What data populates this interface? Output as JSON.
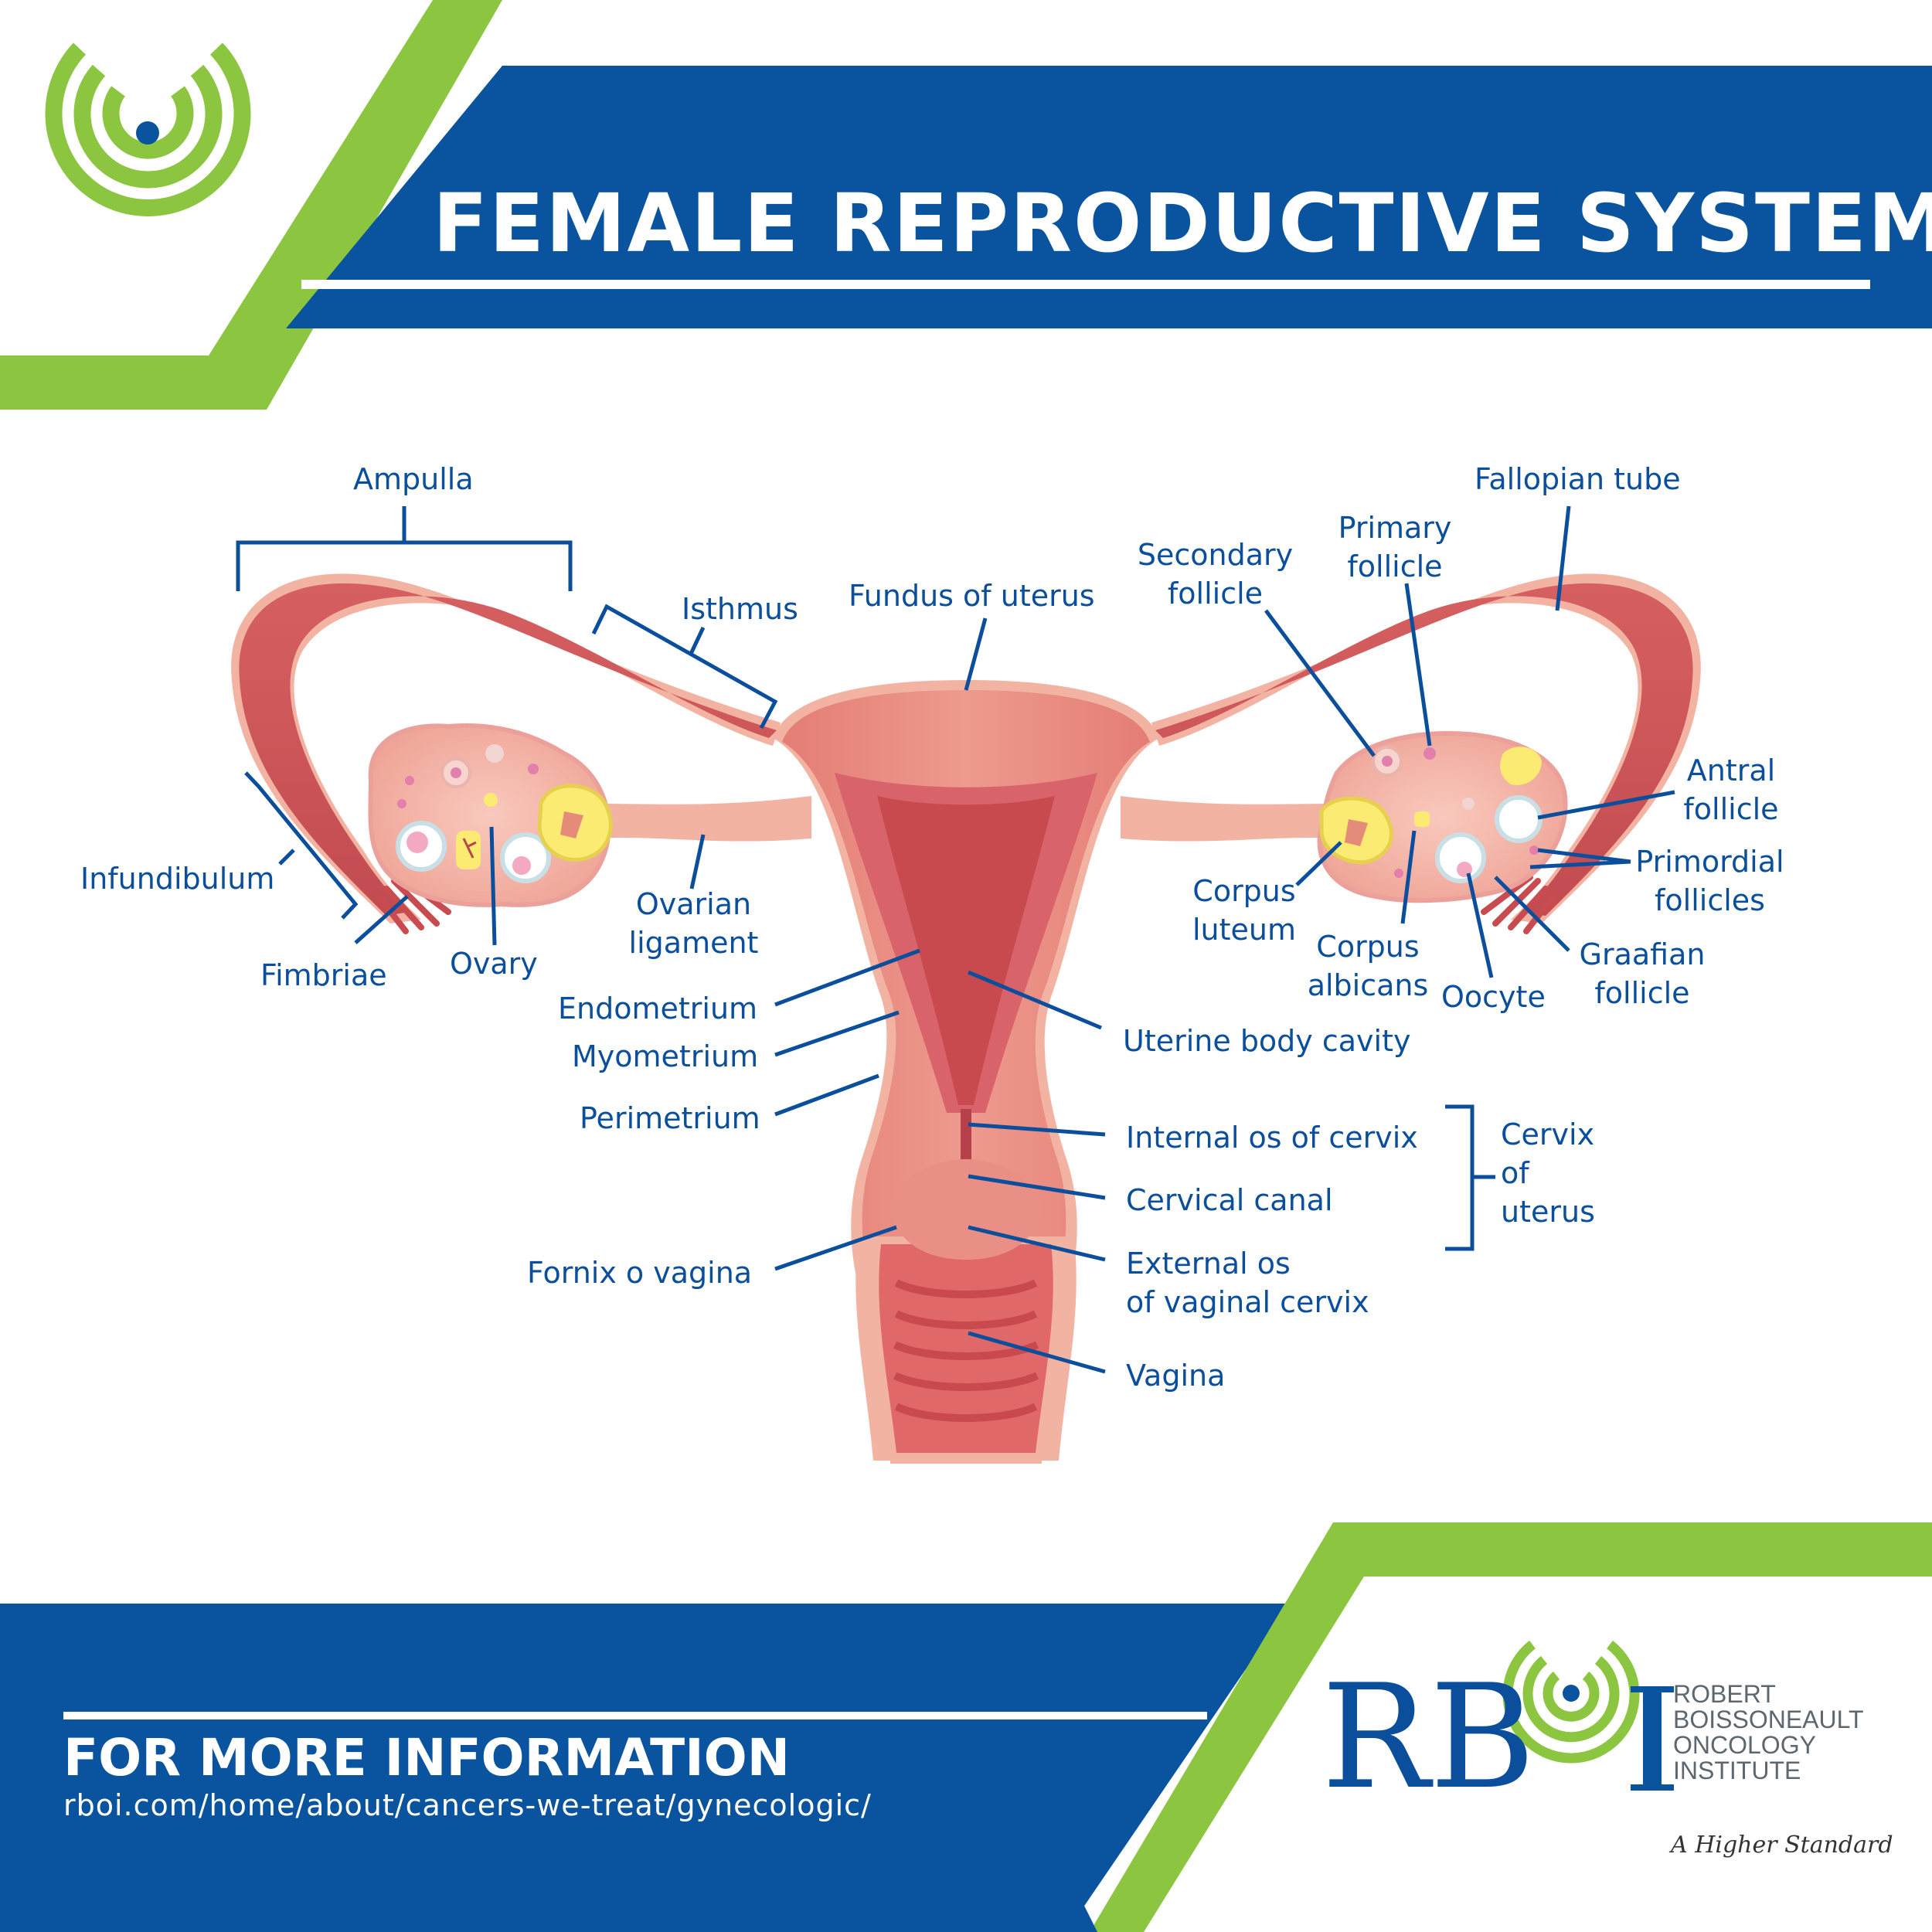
{
  "header": {
    "title": "FEMALE REPRODUCTIVE SYSTEM"
  },
  "colors": {
    "brand_blue": "#0a539f",
    "brand_green": "#8cc640",
    "tissue": "#e3837b",
    "tissue_dark": "#c94a4e",
    "label_blue": "#0b4f9c"
  },
  "labels": {
    "ampulla": "Ampulla",
    "isthmus": "Isthmus",
    "fundus": "Fundus of uterus",
    "secondary_follicle": [
      "Secondary",
      "follicle"
    ],
    "primary_follicle": [
      "Primary",
      "follicle"
    ],
    "fallopian_tube": "Fallopian tube",
    "antral_follicle": [
      "Antral",
      "follicle"
    ],
    "primordial_follicles": [
      "Primordial",
      "follicles"
    ],
    "infundibulum": "Infundibulum",
    "fimbriae": "Fimbriae",
    "ovary": "Ovary",
    "ovarian_ligament": [
      "Ovarian",
      "ligament"
    ],
    "corpus_luteum": [
      "Corpus",
      "luteum"
    ],
    "corpus_albicans": [
      "Corpus",
      "albicans"
    ],
    "oocyte": "Oocyte",
    "graafian_follicle": [
      "Graafian",
      "follicle"
    ],
    "endometrium": "Endometrium",
    "myometrium": "Myometrium",
    "perimetrium": "Perimetrium",
    "uterine_body_cavity": "Uterine body cavity",
    "internal_os": "Internal os of cervix",
    "cervical_canal": "Cervical canal",
    "cervix_of_uterus": [
      "Cervix",
      "of",
      "uterus"
    ],
    "fornix": "Fornix o vagina",
    "external_os": [
      "External os",
      "of vaginal cervix"
    ],
    "vagina": "Vagina"
  },
  "footer": {
    "heading": "FOR MORE INFORMATION",
    "url": "rboi.com/home/about/cancers-we-treat/gynecologic/",
    "logo_text": "RBOI",
    "logo_name": [
      "ROBERT",
      "BOISSONEAULT",
      "ONCOLOGY",
      "INSTITUTE"
    ],
    "tagline": "A Higher Standard"
  }
}
